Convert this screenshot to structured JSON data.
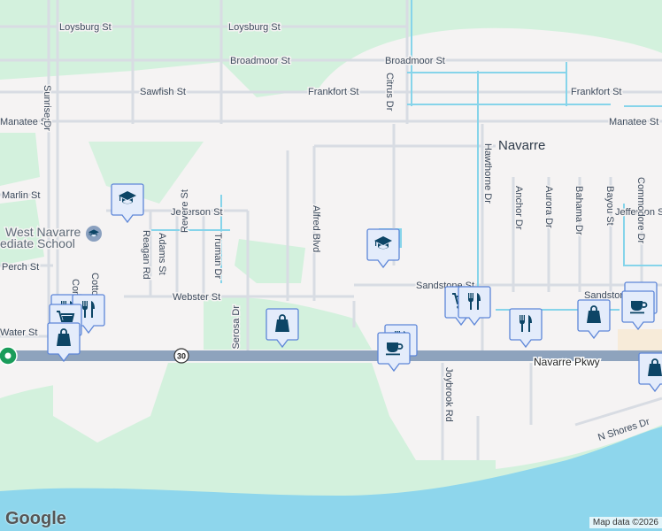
{
  "map": {
    "city_label": "Navarre",
    "school_label_line1": "West Navarre",
    "school_label_line2": "ediate School",
    "highway_shield": "30",
    "highway_name": "Navarre Pkwy",
    "streets": {
      "loysburg_1": "Loysburg St",
      "loysburg_2": "Loysburg St",
      "broadmoor_1": "Broadmoor St",
      "broadmoor_2": "Broadmoor St",
      "sawfish": "Sawfish St",
      "frankfort_1": "Frankfort St",
      "frankfort_2": "Frankfort St",
      "manatee_1": "Manatee St",
      "manatee_2": "Manatee St",
      "sunrise": "Sunrise Dr",
      "citrus": "Citrus Dr",
      "marlin": "Marlin St",
      "jefferson_1": "Jefferson St",
      "jefferson_2": "Jefferson St",
      "reagan": "Reagan Rd",
      "adams": "Adams St",
      "revere": "Revere St",
      "truman": "Truman Dr",
      "alfred": "Alfred Blvd",
      "hawthorne": "Hawthorne Dr",
      "anchor": "Anchor Dr",
      "aurora": "Aurora Dr",
      "bahama": "Bahama Dr",
      "bayou": "Bayou St",
      "commodore": "Commodore Dr",
      "perch": "Perch St",
      "webster": "Webster St",
      "sandstone_1": "Sandstone St",
      "sandstone_2": "Sandstone St",
      "water": "Water St",
      "serosa": "Serosa Dr",
      "cotton": "Cotto",
      "con": "Con",
      "joybrook": "Joybrook Rd",
      "n_shores": "N Shores Dr"
    },
    "markers": [
      {
        "type": "school",
        "icon": "graduation-cap-icon"
      },
      {
        "type": "school",
        "icon": "graduation-cap-icon"
      },
      {
        "type": "restaurant",
        "icon": "fork-knife-icon"
      },
      {
        "type": "grocery",
        "icon": "shopping-cart-icon"
      },
      {
        "type": "shopping",
        "icon": "shopping-bag-icon"
      },
      {
        "type": "shopping",
        "icon": "shopping-bag-icon"
      },
      {
        "type": "restaurant",
        "icon": "fork-knife-icon"
      },
      {
        "type": "cafe",
        "icon": "coffee-cup-icon"
      },
      {
        "type": "grocery",
        "icon": "shopping-cart-icon"
      },
      {
        "type": "restaurant",
        "icon": "fork-knife-icon"
      },
      {
        "type": "restaurant",
        "icon": "fork-knife-icon"
      },
      {
        "type": "shopping",
        "icon": "shopping-bag-icon"
      },
      {
        "type": "cafe",
        "icon": "coffee-cup-icon"
      },
      {
        "type": "shopping",
        "icon": "shopping-bag-icon"
      }
    ],
    "colors": {
      "background": "#f5f3f3",
      "park": "#d3f1dd",
      "water": "#8ed6ec",
      "highway": "#8ea3bd",
      "marker_fill": "#e4ecfb",
      "marker_border": "#5d86d8",
      "marker_icon": "#0d4566",
      "location_pin": "#1a9c5a"
    }
  },
  "footer": {
    "logo": "Google",
    "attribution": "Map data ©2026"
  }
}
